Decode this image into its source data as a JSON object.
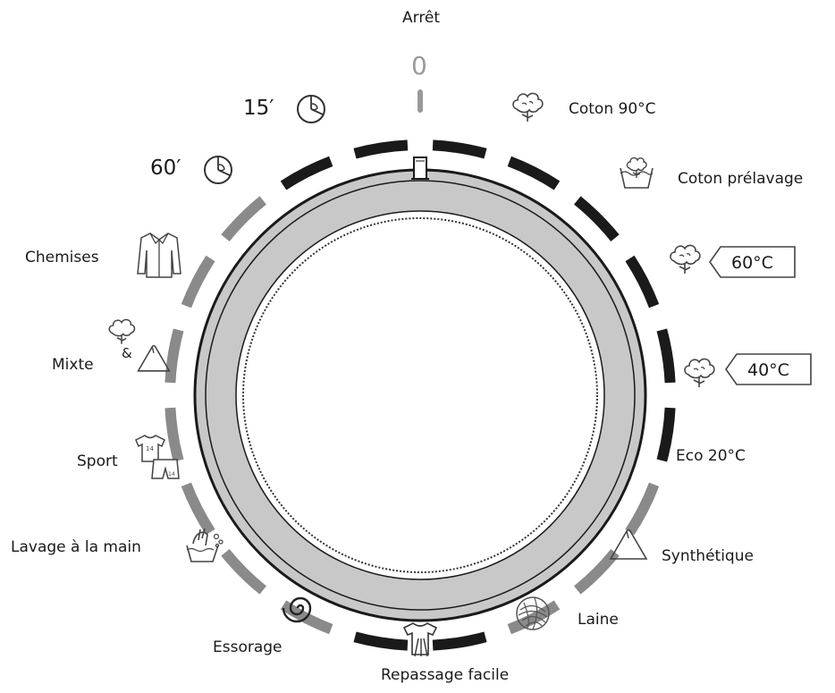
{
  "labels": {
    "arret": "Arrêt",
    "zero": "0",
    "coton90": "Coton 90°C",
    "coton_prelavage": "Coton prélavage",
    "tag60": "60°C",
    "tag40": "40°C",
    "eco": "Eco  20°C",
    "synthetique": "Synthétique",
    "laine": "Laine",
    "repassage": "Repassage facile",
    "essorage": "Essorage",
    "lavage_main": "Lavage à la main",
    "sport": "Sport",
    "mixte": "Mixte",
    "ampersand": "&",
    "chemises": "Chemises",
    "t60": "60′",
    "t15": "15′"
  },
  "colors": {
    "dark_segment": "#1a1a1a",
    "gray_segment": "#8a8a8a",
    "ring_fill": "#c8c8c8",
    "outline": "#1a1a1a",
    "zero_mark": "#9a9a9a"
  },
  "segment_pattern": [
    "dark",
    "dark",
    "dark",
    "dark",
    "dark",
    "dark",
    "gray",
    "gray",
    "gray",
    "dark",
    "dark",
    "gray",
    "gray",
    "gray",
    "gray",
    "gray",
    "gray",
    "gray",
    "dark",
    "dark"
  ]
}
